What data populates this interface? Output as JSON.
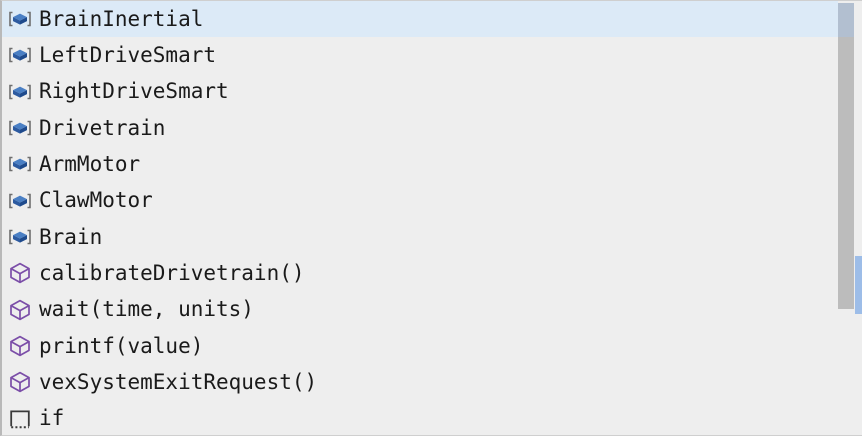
{
  "panel": {
    "name": "project-symbols-list",
    "background_color": "#eeeeee",
    "selection_color": "#dceaf7"
  },
  "list": {
    "items": [
      {
        "label": "BrainInertial",
        "icon": "device-box-icon",
        "selected": true
      },
      {
        "label": "LeftDriveSmart",
        "icon": "device-box-icon",
        "selected": false
      },
      {
        "label": "RightDriveSmart",
        "icon": "device-box-icon",
        "selected": false
      },
      {
        "label": "Drivetrain",
        "icon": "device-box-icon",
        "selected": false
      },
      {
        "label": "ArmMotor",
        "icon": "device-box-icon",
        "selected": false
      },
      {
        "label": "ClawMotor",
        "icon": "device-box-icon",
        "selected": false
      },
      {
        "label": "Brain",
        "icon": "device-box-icon",
        "selected": false
      },
      {
        "label": "calibrateDrivetrain()",
        "icon": "function-cube-icon",
        "selected": false
      },
      {
        "label": "wait(time, units)",
        "icon": "function-cube-icon",
        "selected": false
      },
      {
        "label": "printf(value)",
        "icon": "function-cube-icon",
        "selected": false
      },
      {
        "label": "vexSystemExitRequest()",
        "icon": "function-cube-icon",
        "selected": false
      },
      {
        "label": "if",
        "icon": "keyword-block-icon",
        "selected": false
      }
    ]
  },
  "scrollbar": {
    "name": "vertical-scrollbar",
    "thumb_color": "#bcbcbc",
    "accent_color": "#9dbde8"
  },
  "colors": {
    "device_icon": "#2c5aa0",
    "function_icon": "#7b4ea8",
    "keyword_icon": "#3a3a3a",
    "text": "#1a1a1a"
  }
}
